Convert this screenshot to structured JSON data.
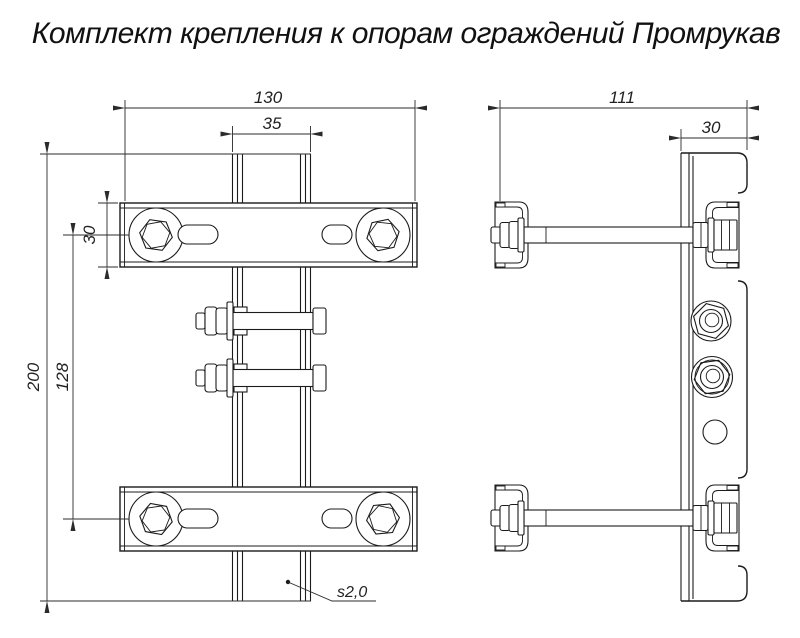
{
  "title": "Комплект крепления к опорам ограждений Промрукав",
  "front_view": {
    "dim_width_total": "130",
    "dim_post_width": "35",
    "dim_bar_height": "30",
    "dim_bolt_spacing": "128",
    "dim_height_total": "200",
    "thickness_label": "s2,0"
  },
  "side_view": {
    "dim_depth_total": "111",
    "dim_flange_width": "30"
  },
  "colors": {
    "line": "#1b1b1b",
    "dimension": "#2b2b2b",
    "background": "#ffffff"
  }
}
